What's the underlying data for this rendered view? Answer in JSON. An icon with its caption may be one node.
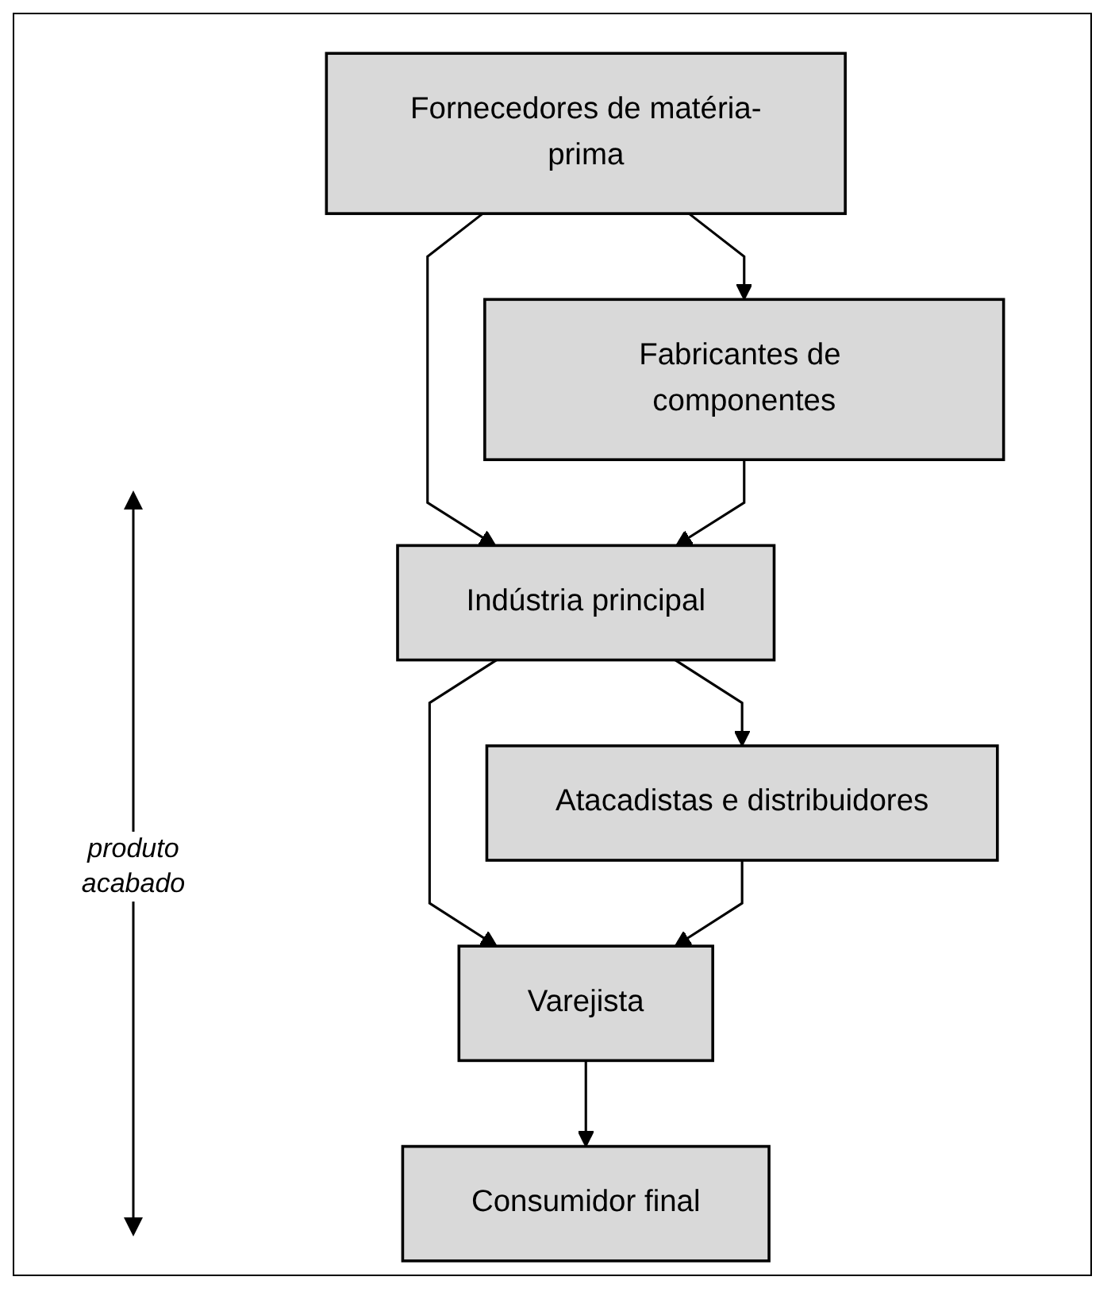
{
  "diagram": {
    "nodes": [
      {
        "text": [
          "Fornecedores de matéria-prima"
        ]
      },
      {
        "text": [
          "Fabricantes de componentes"
        ]
      },
      {
        "text": [
          "Indústria principal"
        ]
      },
      {
        "text": [
          "Atacadistas e distribuidores"
        ]
      },
      {
        "text": [
          "Varejista"
        ]
      },
      {
        "text": [
          "Consumidor final"
        ]
      }
    ],
    "edges": [
      {
        "from": 0,
        "to": 2,
        "arrow": "to"
      },
      {
        "from": 0,
        "to": 1,
        "arrow": "to"
      },
      {
        "from": 1,
        "to": 2,
        "arrow": "to"
      },
      {
        "from": 2,
        "to": 4,
        "arrow": "to"
      },
      {
        "from": 2,
        "to": 3,
        "arrow": "to"
      },
      {
        "from": 3,
        "to": 4,
        "arrow": "to"
      },
      {
        "from": 4,
        "to": 5,
        "arrow": "to"
      }
    ],
    "labels": [
      "produto acabado"
    ]
  }
}
